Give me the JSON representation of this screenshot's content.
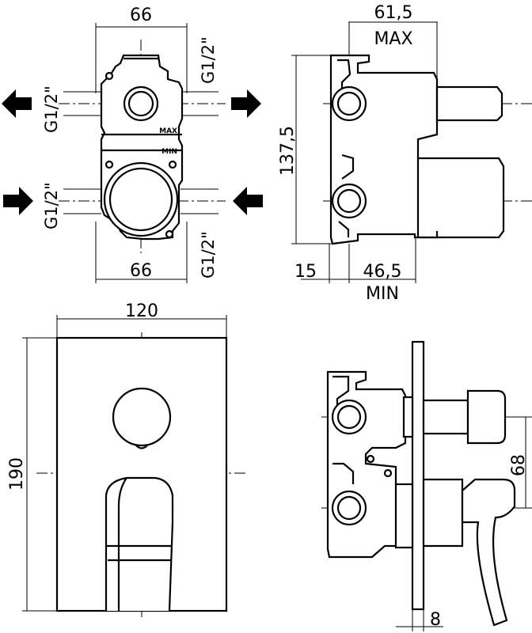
{
  "top_view": {
    "dim_top": "66",
    "dim_bottom": "66",
    "thread_left_top": "G1/2\"",
    "thread_left_bottom": "G1/2\"",
    "thread_right_top": "G1/2\"",
    "thread_right_bottom": "G1/2\"",
    "mark_max": "MAX",
    "mark_min": "MIN"
  },
  "side_view": {
    "dim_top": "61,5",
    "label_max": "MAX",
    "dim_height": "137,5",
    "dim_bottom_left": "15",
    "dim_bottom_right": "46,5",
    "label_min": "MIN"
  },
  "front_view": {
    "dim_width": "120",
    "dim_height": "190"
  },
  "installed_view": {
    "dim_spacing": "68",
    "dim_plate": "8"
  },
  "icons": {
    "arrow_out_left": "arrow-left-icon",
    "arrow_in_right_top": "arrow-right-icon",
    "arrow_in_left": "arrow-right-icon",
    "arrow_in_right_bottom": "arrow-left-icon"
  }
}
